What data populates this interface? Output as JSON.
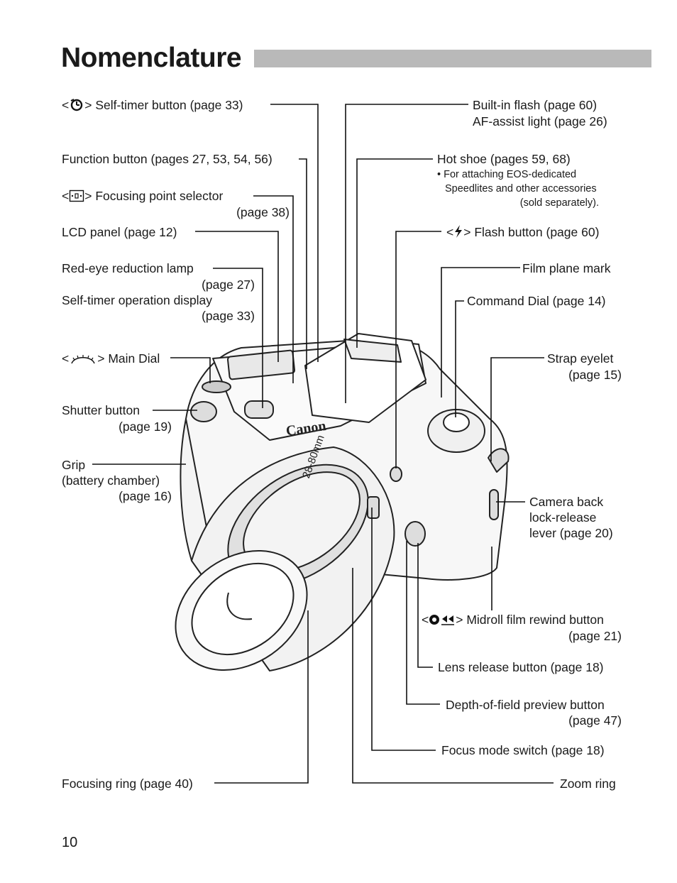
{
  "title": "Nomenclature",
  "page_number": "10",
  "icons": {
    "self_timer": "self-timer-icon",
    "af_point": "af-point-selector-icon",
    "main_dial": "main-dial-icon",
    "flash": "flash-icon",
    "midroll_rewind": "midroll-rewind-icon"
  },
  "camera_labels": {
    "brand": "Canon",
    "focal": "28-80mm"
  },
  "labels": {
    "self_timer": "Self-timer button (page 33)",
    "function_button": "Function button (pages 27, 53, 54, 56)",
    "af_selector_1": "Focusing point selector",
    "af_selector_2": "(page 38)",
    "lcd_panel": "LCD panel (page 12)",
    "red_eye_1": "Red-eye reduction lamp",
    "red_eye_2": "(page 27)",
    "self_timer_display_1": "Self-timer operation display",
    "self_timer_display_2": "(page 33)",
    "main_dial": "Main Dial",
    "shutter_1": "Shutter button",
    "shutter_2": "(page 19)",
    "grip_1": "Grip",
    "grip_2": "(battery chamber)",
    "grip_3": "(page 16)",
    "focusing_ring": "Focusing ring (page 40)",
    "builtin_flash": "Built-in flash (page 60)",
    "af_assist": "AF-assist light (page 26)",
    "hot_shoe": "Hot shoe (pages 59, 68)",
    "hot_shoe_note_1": "• For attaching EOS-dedicated",
    "hot_shoe_note_2": "Speedlites and other accessories",
    "hot_shoe_note_3": "(sold separately).",
    "flash_button": "Flash button (page 60)",
    "film_plane": "Film plane mark",
    "command_dial": "Command Dial (page 14)",
    "strap_1": "Strap eyelet",
    "strap_2": "(page 15)",
    "camera_back_1": "Camera back",
    "camera_back_2": "lock-release",
    "camera_back_3": "lever (page 20)",
    "midroll_1": "Midroll film rewind button",
    "midroll_2": "(page 21)",
    "lens_release": "Lens release button (page 18)",
    "dof_1": "Depth-of-field preview button",
    "dof_2": "(page 47)",
    "focus_mode": "Focus mode switch (page 18)",
    "zoom_ring": "Zoom ring"
  }
}
